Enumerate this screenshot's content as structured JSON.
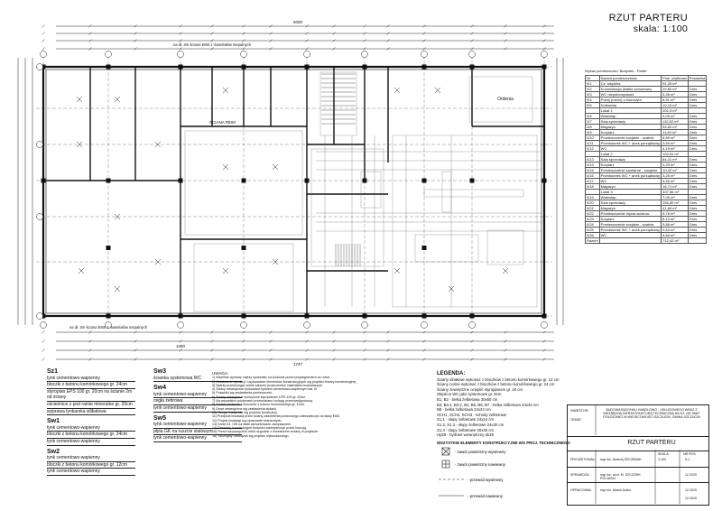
{
  "title": {
    "name": "RZUT PARTERU",
    "scale": "skala: 1:100"
  },
  "dims": {
    "top_total": "6000",
    "bottom_total": "1747",
    "bottom_mid": "1080"
  },
  "plan_labels": {
    "sciana_re60": "ŚCIANA RE60",
    "otwor_top": "na dł. 3m ściana EI60 z materiałów niepalnych",
    "otwor_bottom": "na dł. 3m ściana EI60 z materiałów niepalnych",
    "orderliness": "Ordenia"
  },
  "room_table": {
    "header": "Wykaz pomieszczeń: Budynek - Parter",
    "columns": [
      "Nr",
      "Nazwa pomieszczenia",
      "Pow. użytkowa",
      "Posadzka"
    ],
    "rows": [
      [
        "0/1",
        "Cz. wspólna",
        "91,25 m²",
        ""
      ],
      [
        "0/2",
        "Komunikacja (klatka schodowa)",
        "29,80 m²",
        "Gres"
      ],
      [
        "0/3",
        "WC niepełnosprawni",
        "5,35 m²",
        "Gres"
      ],
      [
        "0/4",
        "Pokój (ruchu) z biurowym",
        "8,91 m²",
        "Gres"
      ],
      [
        "0/5",
        "Kotłownia",
        "10,19 m²",
        "Gres"
      ],
      [
        "",
        "Lokal 1",
        "201,5 m²",
        ""
      ],
      [
        "0/6",
        "Wiatrołap",
        "9,05 m²",
        "Gres"
      ],
      [
        "0/7",
        "Sala sprzedaży",
        "110,52 m²",
        "Gres"
      ],
      [
        "0/8",
        "Magazyn",
        "54,60 m²",
        "Gres"
      ],
      [
        "0/9",
        "Korytarz",
        "11,60 m²",
        "Gres"
      ],
      [
        "0/10",
        "Pomieszczenie socjalne - szatnie",
        "8,89 m²",
        "Gres"
      ],
      [
        "0/11",
        "Przedsionek WC + anek porządkowy",
        "3,69 m²",
        "Gres"
      ],
      [
        "0/12",
        "WC",
        "4,19 m²",
        "Gres"
      ],
      [
        "",
        "Lokal 2",
        "102,51 m²",
        ""
      ],
      [
        "0/13",
        "Sala sprzedaży",
        "84,31 m²",
        "Gres"
      ],
      [
        "0/14",
        "Korytarz",
        "3,20 m²",
        "Gres"
      ],
      [
        "0/15",
        "Pomieszczenie sanitarne - socjalne",
        "10,42 m²",
        "Gres"
      ],
      [
        "0/16",
        "Przedsionek WC + anek porządkowy",
        "3,25 m²",
        "Gres"
      ],
      [
        "0/17",
        "WC",
        "4,50 m²",
        "Gres"
      ],
      [
        "0/18",
        "Magazyn",
        "16,71 m²",
        "Gres"
      ],
      [
        "",
        "Lokal 3",
        "337,56 m²",
        ""
      ],
      [
        "0/19",
        "Wiatrołap",
        "7,00 m²",
        "Gres"
      ],
      [
        "0/20",
        "Sala sprzedaży",
        "256,89 m²",
        "Gres"
      ],
      [
        "0/21",
        "Magazyn",
        "41,66 m²",
        "Gres"
      ],
      [
        "0/22",
        "Pomieszczenie mycia wózków",
        "5,78 m²",
        "Gres"
      ],
      [
        "0/23",
        "Korytarz",
        "8,13 m²",
        "Gres"
      ],
      [
        "0/24",
        "Pomieszczenie socjalne - szatnie",
        "9,86 m²",
        "Gres"
      ],
      [
        "0/25",
        "Przedsionek WC + anek porządkowy",
        "3,64 m²",
        "Gres"
      ],
      [
        "0/26",
        "WC",
        "4,60 m²",
        "Gres"
      ],
      [
        "Razem",
        "",
        "712,42 m²",
        ""
      ]
    ]
  },
  "walls": [
    {
      "code": "Sz1",
      "items": [
        "tynk cementowo-wapienny",
        "bloczki z betonu komórkowego gr. 24cm",
        "styropian EPS 100 gr. 20cm na ścianie 2m od ściany",
        "ościeżnice z pod ramie mineralne gr. 20cm",
        "wyprawa tynkarska silikatowa"
      ]
    },
    {
      "code": "Sw1",
      "items": [
        "tynk cementowo-wapienny",
        "bloczki z betonu komórkowego gr. 24cm",
        "tynk cementowo-wapienny"
      ]
    },
    {
      "code": "Sw2",
      "items": [
        "tynk cementowo-wapienny",
        "bloczki z betonu komórkowego gr. 12cm",
        "tynk cementowo-wapienny"
      ]
    },
    {
      "code": "Sw3",
      "items": [
        "ścianka systemowa WC"
      ]
    },
    {
      "code": "Sw4",
      "items": [
        "tynk cementowo-wapienny",
        "cegła żebrowa",
        "tynk cementowo-wapienny"
      ]
    },
    {
      "code": "Sw5",
      "items": [
        "tynk cementowo-wapienny",
        "płyta GK na ruszcie stalowym",
        "tynk cementowo-wapienny"
      ]
    }
  ],
  "notes": {
    "header": "UWAGA:",
    "lines": [
      "1) Wszelkie wymiary należy sprawdzić na budowie przed przystąpieniem do robót.",
      "2) Ostateczne wymiary i usytuowanie elementów konstrukcyjnych wg projektu branży konstrukcyjnej.",
      "3) Należy przestrzegać ściśle zaleceń producentów materiałów budowlanych.",
      "4) Ściany wewnętrzne tynkowane tynkiem cementowo-wapiennym kat. III.",
      "5) Posadzki wg zestawienia pomieszczeń.",
      "6) Ściany zewnętrzne docieplone styropianem EPS 100 gr. 20cm.",
      "7) Na wszystkich poziomach przewidziano izolację przeciwwilgociową.",
      "8) Ścianki działowe z bloczków z betonu komórkowego gr. 12cm.",
      "9) Drzwi wewnętrzne wg zestawienia stolarki.",
      "10) Stropy i nadproża wg projektu konstrukcji.",
      "11) Przejścia instalacji przez ściany oddzielenia pożarowego zabezpieczyć do klasy EI60.",
      "12) Projekt instalacji wg opracowań branżowych.",
      "13) Drzwi D1 i D5 na stałe zamontowane zamykaczem.",
      "14) Elementy konstrukcyjne budynku zabezpieczyć przed korozją.",
      "15) Przed rozpoczęciem robót uzgodnić z Inwestorem zmiany w projekcie.",
      "16) Szczegóły rozwiązań wg projektu wykonawczego."
    ]
  },
  "legend": {
    "header": "LEGENDA:",
    "lines": [
      "Ściany działowe wykonać z bloczków z betonu komórkowego gr. 12 cm",
      "Ściany nośne wykonać z bloczków z betonu komórkowego gr. 24 cm",
      "Ściany zewnętrzne ocieplić styropianem gr. 20 cm",
      "Słupki w WC jako systemowe gr. 8cm",
      "B1, B2 - belka żelbetowa 30x60 cm",
      "B3, B3.1, B3.2, B4, B5, B6, B7 - belka żelbetowa 24x40 cm",
      "B8 - belka żelbetowa 24x24 cm",
      "SCH1, SCH2, SCH3 - schody żelbetowe",
      "S1.1 - słupy żelbetowe 24x24 cm",
      "S1.2, S1.3 - słupy żelbetowe 24x30 cm",
      "S1.4 - słupy żelbetowe 30x30 cm",
      "Hp25 - hydrant wewnętrzny dn25"
    ],
    "symbols_header": "WSZYSTKIE ELEMENTY KONSTRUKCYJNE WG PROJ. TECHNICZNEGO",
    "symbols": [
      "- zawór powietrzny wywiewny",
      "- zawór powietrzny nawiewny",
      "- przewód wywiewny",
      "- przewód nawiewny"
    ]
  },
  "titleblock": {
    "project": "BUDOWA BUDYNKU HANDLOWO - USŁUGOWEGO WRAZ Z NIEZBĘDNĄ INFRASTRUKTURĄ TECHNICZNĄ NA DZ. NR 968/7 POŁOŻONEJ W MIEJSCOWOŚCI SZCZUCIN, GMINA SZCZUCIN",
    "drawing": "RZUT PARTERU",
    "stage": "PROJEKTOWAŁ:",
    "checked": "SPRAWDZIŁ:",
    "drawn": "OPRACOWAŁ:",
    "arch1": "mgr inż. Andrzej SZCZĘBAK",
    "arch2": "mgr inż. arch. M. SZCZÓRK POCIAŚKI",
    "arch3": "mgr inż. Marek Dutko",
    "scale_lbl": "SKALA:",
    "scale": "1:100",
    "sheet_lbl": "NR RYS.",
    "sheet": "A-1",
    "date1": "12.2020",
    "date2": "12.2020",
    "date3": "12.2020",
    "inwestor": "INWESTOR:",
    "temat": "TEMAT:"
  }
}
